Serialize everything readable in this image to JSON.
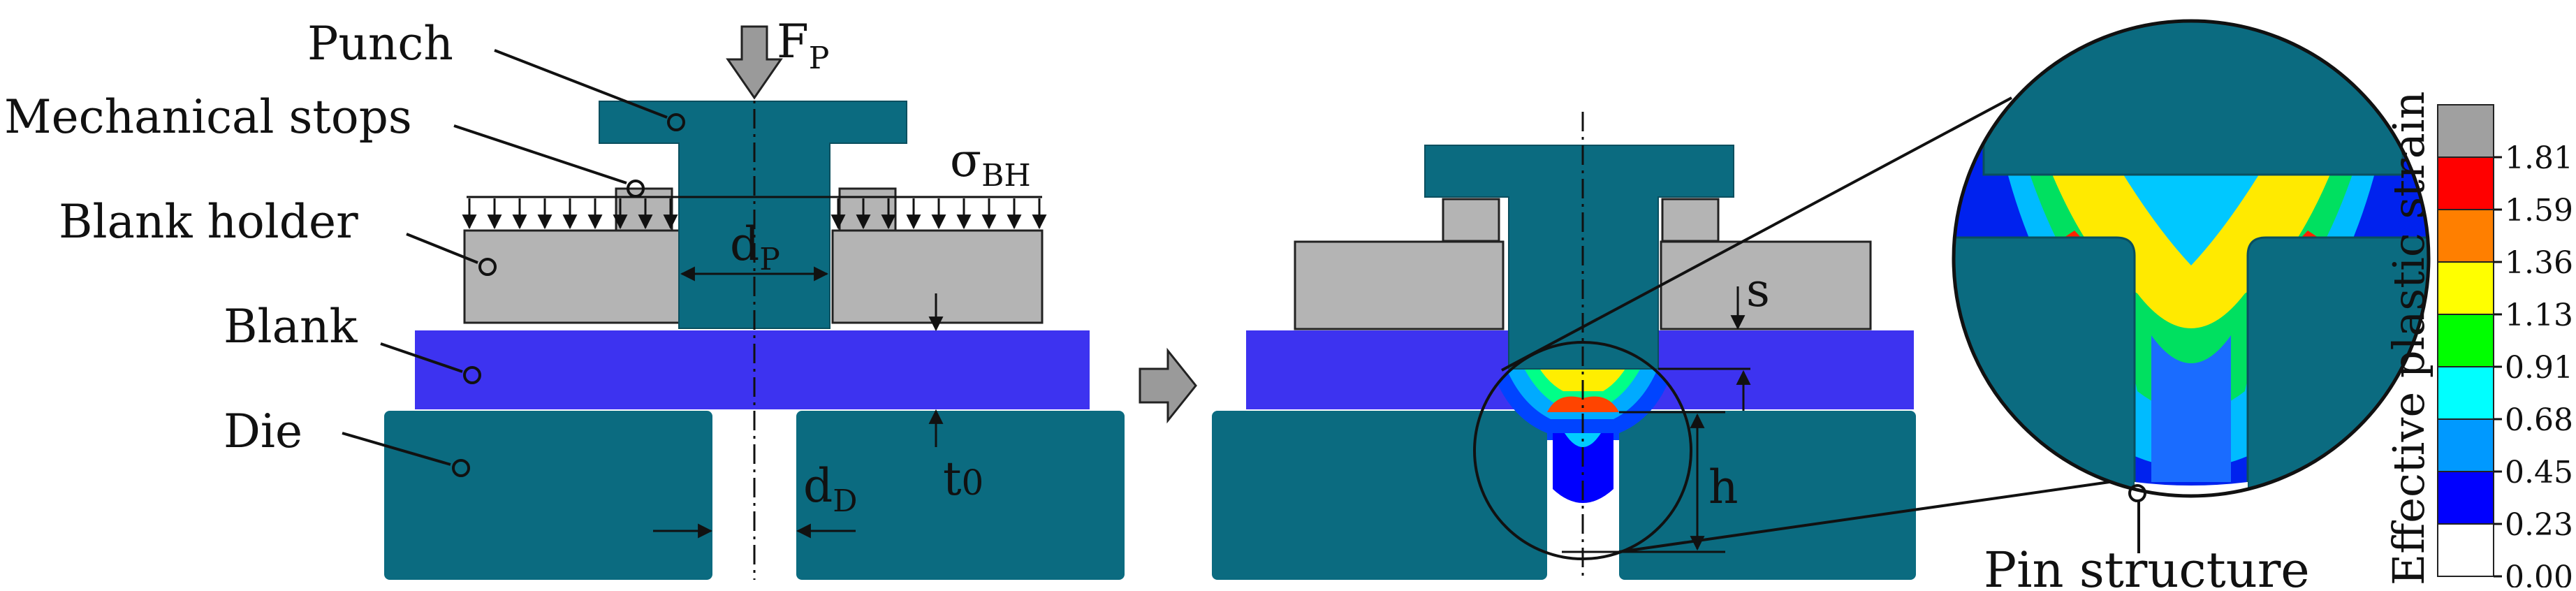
{
  "labels": {
    "punch": "Punch",
    "mechanical_stops": "Mechanical stops",
    "blank_holder": "Blank holder",
    "blank": "Blank",
    "die": "Die",
    "pin_structure": "Pin structure"
  },
  "symbols": {
    "force": "F",
    "force_sub": "P",
    "sigma": "σ",
    "sigma_sub": "BH",
    "punch_diameter": "d",
    "punch_diameter_sub": "P",
    "die_diameter": "d",
    "die_diameter_sub": "D",
    "thickness": "t",
    "thickness_sub": "0",
    "stroke": "s",
    "height": "h"
  },
  "colorbar": {
    "title": "Effective plastic strain",
    "ticks": [
      "1.81",
      "1.59",
      "1.36",
      "1.13",
      "0.91",
      "0.68",
      "0.45",
      "0.23",
      "0.00"
    ],
    "colors": [
      "#a0a0a0",
      "#ff0000",
      "#ff7f00",
      "#ffff00",
      "#00ff00",
      "#00ffff",
      "#0099ff",
      "#0000ff",
      "#ffffff"
    ]
  },
  "colors": {
    "tool": "#0b6b80",
    "holder": "#b4b4b4",
    "blank": "#3d33f0",
    "arrow": "#9a9a9a"
  }
}
